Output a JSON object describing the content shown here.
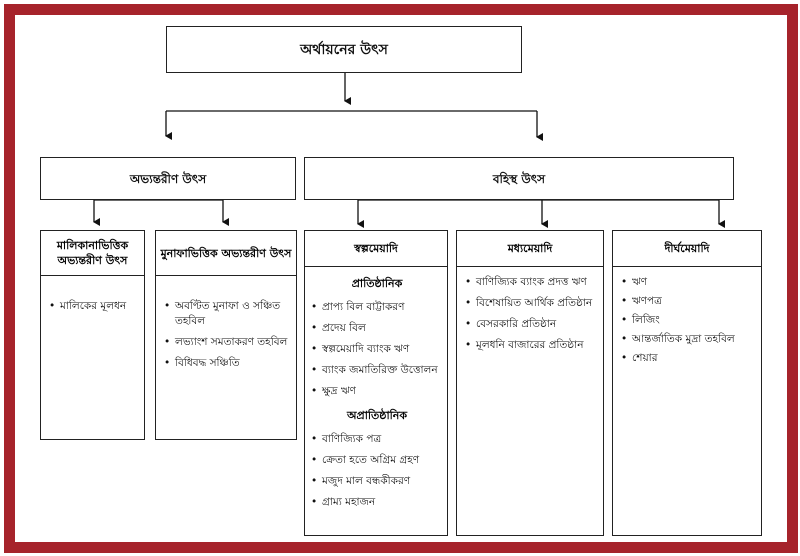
{
  "root": {
    "title": "অর্থায়নের উৎস"
  },
  "internal": {
    "title": "অভ্যন্তরীণ উৎস",
    "owner_based": {
      "title": "মালিকানাভিত্তিক অভ্যন্তরীণ উৎস",
      "items": [
        "মালিকের মূলধন"
      ]
    },
    "profit_based": {
      "title": "মুনাফাভিত্তিক অভ্যন্তরীণ উৎস",
      "items": [
        "অবণ্টিত মুনাফা ও সঞ্চিত তহবিল",
        "লভ্যাংশ সমতাকরণ তহবিল",
        "বিধিবদ্ধ সঞ্চিতি"
      ]
    }
  },
  "external": {
    "title": "বহিস্থ উৎস",
    "short_term": {
      "title": "স্বল্পমেয়াদি",
      "institutional_title": "প্রাতিষ্ঠানিক",
      "institutional_items": [
        "প্রাপ্য বিল বাট্টাকরণ",
        "প্রদেয় বিল",
        "স্বল্পমেয়াদি ব্যাংক ঋণ",
        "ব্যাংক জমাতিরিক্ত উত্তোলন",
        "ক্ষুদ্র ঋণ"
      ],
      "non_institutional_title": "অপ্রাতিষ্ঠানিক",
      "non_institutional_items": [
        "বাণিজ্যিক পত্র",
        "ক্রেতা হতে অগ্রিম গ্রহণ",
        "মজুদ মাল বন্ধকীকরণ",
        "গ্রাম্য মহাজন"
      ]
    },
    "medium_term": {
      "title": "মধ্যমেয়াদি",
      "items": [
        "বাণিজ্যিক ব্যাংক প্রদত্ত ঋণ",
        "বিশেষায়িত আর্থিক প্রতিষ্ঠান",
        "বেসরকারি প্রতিষ্ঠান",
        "মূলধনি বাজারের প্রতিষ্ঠান"
      ]
    },
    "long_term": {
      "title": "দীর্ঘমেয়াদি",
      "items": [
        "ঋণ",
        "ঋণপত্র",
        "লিজিং",
        "আন্তর্জাতিক মুদ্রা তহবিল",
        "শেয়ার"
      ]
    }
  }
}
